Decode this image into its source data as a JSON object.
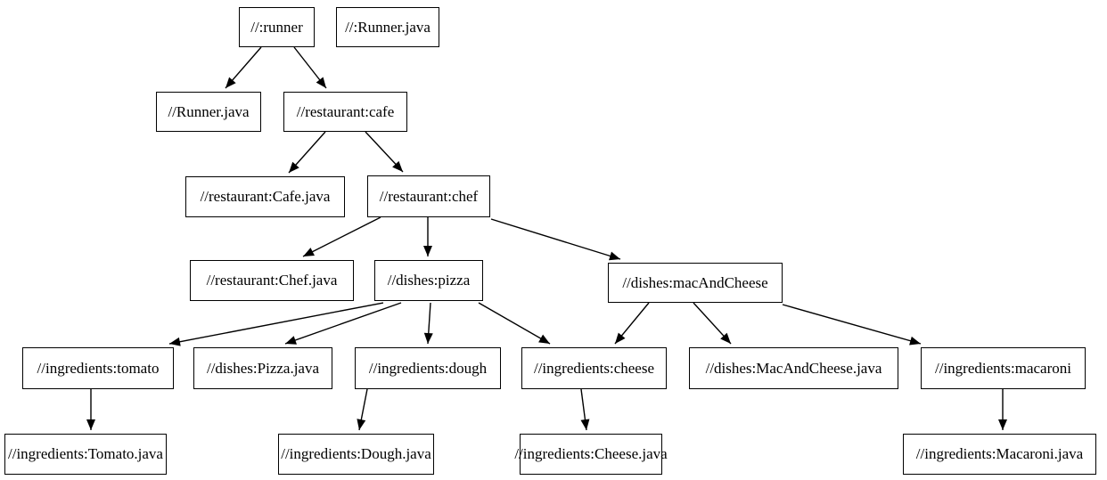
{
  "diagram": {
    "type": "dependency-graph",
    "background_color": "#ffffff",
    "node_fill_color": "#ffffff",
    "node_border_color": "#000000",
    "text_color": "#000000",
    "edge_color": "#000000"
  },
  "nodes": [
    {
      "id": "runner",
      "label": "//:runner"
    },
    {
      "id": "runner-java-top",
      "label": "//:Runner.java"
    },
    {
      "id": "runner-java",
      "label": "//Runner.java"
    },
    {
      "id": "restaurant-cafe",
      "label": "//restaurant:cafe"
    },
    {
      "id": "restaurant-cafe-java",
      "label": "//restaurant:Cafe.java"
    },
    {
      "id": "restaurant-chef",
      "label": "//restaurant:chef"
    },
    {
      "id": "restaurant-chef-java",
      "label": "//restaurant:Chef.java"
    },
    {
      "id": "dishes-pizza",
      "label": "//dishes:pizza"
    },
    {
      "id": "dishes-macandcheese",
      "label": "//dishes:macAndCheese"
    },
    {
      "id": "ingredients-tomato",
      "label": "//ingredients:tomato"
    },
    {
      "id": "dishes-pizza-java",
      "label": "//dishes:Pizza.java"
    },
    {
      "id": "ingredients-dough",
      "label": "//ingredients:dough"
    },
    {
      "id": "ingredients-cheese",
      "label": "//ingredients:cheese"
    },
    {
      "id": "dishes-macandcheese-java",
      "label": "//dishes:MacAndCheese.java"
    },
    {
      "id": "ingredients-macaroni",
      "label": "//ingredients:macaroni"
    },
    {
      "id": "ingredients-tomato-java",
      "label": "//ingredients:Tomato.java"
    },
    {
      "id": "ingredients-dough-java",
      "label": "//ingredients:Dough.java"
    },
    {
      "id": "ingredients-cheese-java",
      "label": "//ingredients:Cheese.java"
    },
    {
      "id": "ingredients-macaroni-java",
      "label": "//ingredients:Macaroni.java"
    }
  ],
  "edges": [
    {
      "from": "runner",
      "to": "runner-java"
    },
    {
      "from": "runner",
      "to": "restaurant-cafe"
    },
    {
      "from": "restaurant-cafe",
      "to": "restaurant-cafe-java"
    },
    {
      "from": "restaurant-cafe",
      "to": "restaurant-chef"
    },
    {
      "from": "restaurant-chef",
      "to": "restaurant-chef-java"
    },
    {
      "from": "restaurant-chef",
      "to": "dishes-pizza"
    },
    {
      "from": "restaurant-chef",
      "to": "dishes-macandcheese"
    },
    {
      "from": "dishes-pizza",
      "to": "ingredients-tomato"
    },
    {
      "from": "dishes-pizza",
      "to": "dishes-pizza-java"
    },
    {
      "from": "dishes-pizza",
      "to": "ingredients-dough"
    },
    {
      "from": "dishes-pizza",
      "to": "ingredients-cheese"
    },
    {
      "from": "dishes-macandcheese",
      "to": "ingredients-cheese"
    },
    {
      "from": "dishes-macandcheese",
      "to": "dishes-macandcheese-java"
    },
    {
      "from": "dishes-macandcheese",
      "to": "ingredients-macaroni"
    },
    {
      "from": "ingredients-tomato",
      "to": "ingredients-tomato-java"
    },
    {
      "from": "ingredients-dough",
      "to": "ingredients-dough-java"
    },
    {
      "from": "ingredients-cheese",
      "to": "ingredients-cheese-java"
    },
    {
      "from": "ingredients-macaroni",
      "to": "ingredients-macaroni-java"
    }
  ]
}
